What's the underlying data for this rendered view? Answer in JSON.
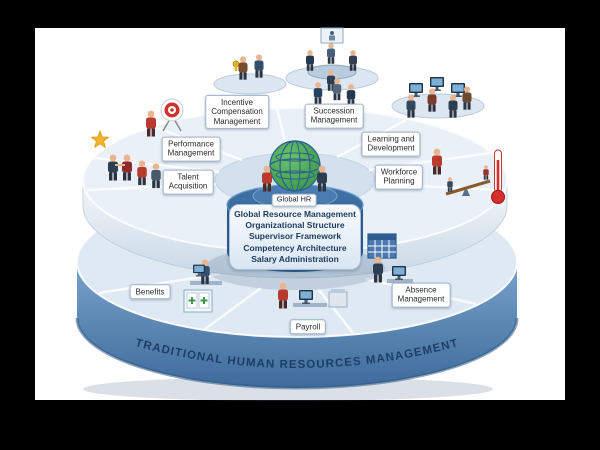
{
  "banner": {
    "text": "TRADITIONAL HUMAN RESOURCES MANAGEMENT"
  },
  "labels": {
    "incentive": "Incentive\nCompensation\nManagement",
    "succession": "Succession\nManagement",
    "performance": "Performance\nManagement",
    "learning": "Learning and\nDevelopment",
    "talent": "Talent\nAcquisition",
    "workforce": "Workforce\nPlanning",
    "global_hr": "Global HR",
    "benefits": "Benefits",
    "payroll": "Payroll",
    "absence": "Absence\nManagement"
  },
  "pedestal": {
    "lines": [
      "Global Resource Management",
      "Organizational Structure",
      "Supervisor Framework",
      "Competency Architecture",
      "Salary Administration"
    ]
  },
  "colors": {
    "cylinder_side": "#4f7fae",
    "deck_top": "#dfe9f3",
    "ring_top": "#e9f0f7",
    "pedestal_body": "#2f5f93",
    "banner_text": "#1d3e68",
    "globe_green": "#4aa84f",
    "accent_red": "#b93a2e"
  },
  "icons": {
    "globe-icon": "green globe with blue meridians (Global HR)",
    "target-icon": "red/white archery target (Performance Management)",
    "star-icon": "gold star",
    "trophy-icon": "gold award trophy (Incentive Compensation)",
    "presentation-screen-icon": "video conference screen (Succession)",
    "monitor-icon": "computer workstation screen (Learning / Payroll / Absence)",
    "seesaw-icon": "balance seesaw (Workforce Planning)",
    "thermometer-icon": "red thermometer gauge (Workforce Planning)",
    "calendar-icon": "wall calendar grid (Absence Management)",
    "cabinet-icon": "benefits document cabinet with green crosses",
    "copier-icon": "office copier (Payroll)",
    "person-icon": "worker figure"
  }
}
